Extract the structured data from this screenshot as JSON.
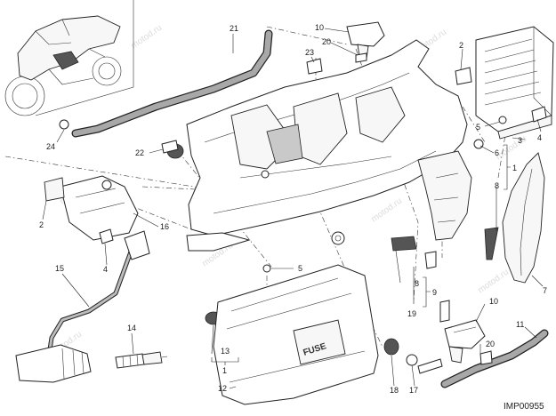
{
  "diagram": {
    "code": "IMP00955",
    "watermark": "motod.ru",
    "fuse_label": "FUSE",
    "callouts": {
      "c1a": "1",
      "c1b": "1",
      "c2a": "2",
      "c2b": "2",
      "c3": "3",
      "c4a": "4",
      "c4b": "4",
      "c5a": "5",
      "c5b": "5",
      "c6": "6",
      "c7": "7",
      "c8a": "8",
      "c8b": "8",
      "c9": "9",
      "c10a": "10",
      "c10b": "10",
      "c11": "11",
      "c12": "12",
      "c13": "13",
      "c14": "14",
      "c15": "15",
      "c16": "16",
      "c17": "17",
      "c18": "18",
      "c19": "19",
      "c20a": "20",
      "c20b": "20",
      "c21": "21",
      "c22": "22",
      "c23": "23",
      "c24": "24"
    }
  }
}
